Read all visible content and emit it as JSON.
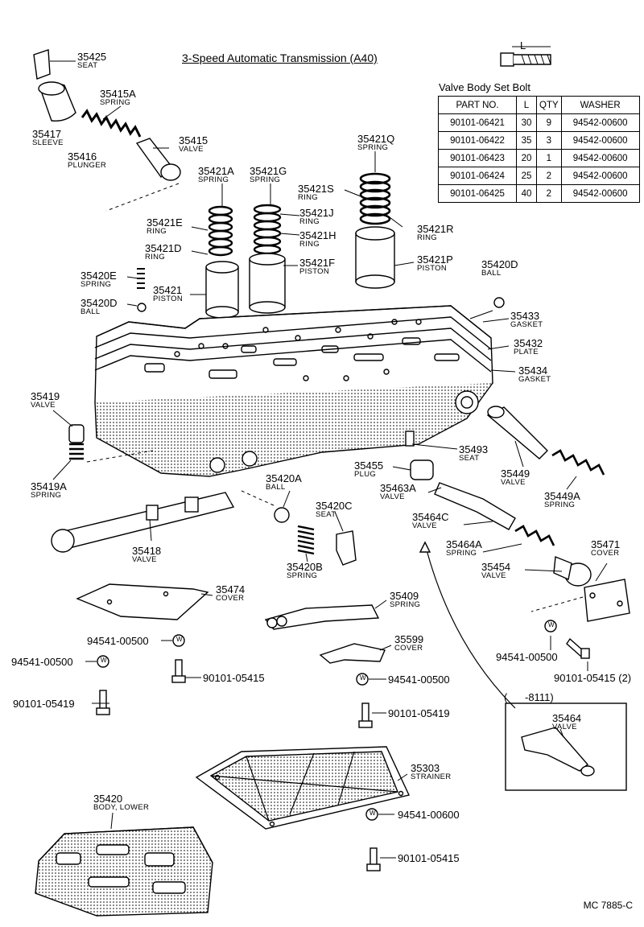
{
  "title": "3-Speed Automatic Transmission (A40)",
  "bolt_table": {
    "title": "Valve Body Set Bolt",
    "dim_label": "L",
    "headers": [
      "PART NO.",
      "L",
      "QTY",
      "WASHER"
    ],
    "rows": [
      [
        "90101-06421",
        "30",
        "9",
        "94542-00600"
      ],
      [
        "90101-06422",
        "35",
        "3",
        "94542-00600"
      ],
      [
        "90101-06423",
        "20",
        "1",
        "94542-00600"
      ],
      [
        "90101-06424",
        "25",
        "2",
        "94542-00600"
      ],
      [
        "90101-06425",
        "40",
        "2",
        "94542-00600"
      ]
    ]
  },
  "parts": {
    "p35425": {
      "num": "35425",
      "name": "SEAT"
    },
    "p35415A": {
      "num": "35415A",
      "name": "SPRING"
    },
    "p35417": {
      "num": "35417",
      "name": "SLEEVE"
    },
    "p35416": {
      "num": "35416",
      "name": "PLUNGER"
    },
    "p35415": {
      "num": "35415",
      "name": "VALVE"
    },
    "p35421A": {
      "num": "35421A",
      "name": "SPRING"
    },
    "p35421G": {
      "num": "35421G",
      "name": "SPRING"
    },
    "p35421Q": {
      "num": "35421Q",
      "name": "SPRING"
    },
    "p35421S": {
      "num": "35421S",
      "name": "RING"
    },
    "p35421J": {
      "num": "35421J",
      "name": "RING"
    },
    "p35421E": {
      "num": "35421E",
      "name": "RING"
    },
    "p35421H": {
      "num": "35421H",
      "name": "RING"
    },
    "p35421R": {
      "num": "35421R",
      "name": "RING"
    },
    "p35421D": {
      "num": "35421D",
      "name": "RING"
    },
    "p35421F": {
      "num": "35421F",
      "name": "PISTON"
    },
    "p35421P": {
      "num": "35421P",
      "name": "PISTON"
    },
    "p35420D_a": {
      "num": "35420D",
      "name": "BALL"
    },
    "p35420E": {
      "num": "35420E",
      "name": "SPRING"
    },
    "p35421": {
      "num": "35421",
      "name": "PISTON"
    },
    "p35420D_b": {
      "num": "35420D",
      "name": "BALL"
    },
    "p35433": {
      "num": "35433",
      "name": "GASKET"
    },
    "p35432": {
      "num": "35432",
      "name": "PLATE"
    },
    "p35434": {
      "num": "35434",
      "name": "GASKET"
    },
    "p35419": {
      "num": "35419",
      "name": "VALVE"
    },
    "p35493": {
      "num": "35493",
      "name": "SEAT"
    },
    "p35455": {
      "num": "35455",
      "name": "PLUG"
    },
    "p35449": {
      "num": "35449",
      "name": "VALVE"
    },
    "p35463A": {
      "num": "35463A",
      "name": "VALVE"
    },
    "p35449A": {
      "num": "35449A",
      "name": "SPRING"
    },
    "p35419A": {
      "num": "35419A",
      "name": "SPRING"
    },
    "p35420A": {
      "num": "35420A",
      "name": "BALL"
    },
    "p35420C": {
      "num": "35420C",
      "name": "SEAT"
    },
    "p35464C": {
      "num": "35464C",
      "name": "VALVE"
    },
    "p35418": {
      "num": "35418",
      "name": "VALVE"
    },
    "p35464A": {
      "num": "35464A",
      "name": "SPRING"
    },
    "p35471": {
      "num": "35471",
      "name": "COVER"
    },
    "p35420B": {
      "num": "35420B",
      "name": "SPRING"
    },
    "p35454": {
      "num": "35454",
      "name": "VALVE"
    },
    "p35474": {
      "num": "35474",
      "name": "COVER"
    },
    "p35409": {
      "num": "35409",
      "name": "SPRING"
    },
    "p35599": {
      "num": "35599",
      "name": "COVER"
    },
    "p35464": {
      "num": "35464",
      "name": "VALVE"
    },
    "p35303": {
      "num": "35303",
      "name": "STRAINER"
    },
    "p35420": {
      "num": "35420",
      "name": "BODY, LOWER"
    }
  },
  "fasteners": {
    "w1": "94541-00500",
    "w2": "94541-00500",
    "w3": "94541-00500",
    "w4": "94541-00500",
    "b1": "90101-05415",
    "b2": "90101-05419",
    "b3": "90101-05419",
    "b4": "90101-05415 (2)",
    "w5": "94541-00600",
    "b5": "90101-05415"
  },
  "inset_range": "(      -8111)",
  "washer_mark": "W",
  "drawing_code": "MC  7885-C"
}
